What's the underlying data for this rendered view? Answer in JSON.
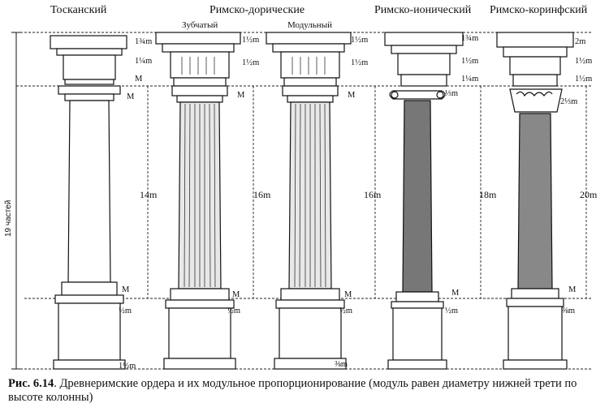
{
  "headers": {
    "tuscan": "Тосканский",
    "doric": "Римско-дорические",
    "ionic": "Римско-ионический",
    "corinthian": "Римско-коринфский",
    "dentil": "Зубчатый",
    "modillion": "Модульный"
  },
  "side_label": "19 частей",
  "labels": {
    "m_1_3_4": "1¾m",
    "m_1_1_4": "1¼m",
    "m_1_1_2": "1½m",
    "m_1_2": "½m",
    "m_1_3": "⅓m",
    "m_3_8": "⅜m",
    "m_2": "2m",
    "m_2_1_3": "2⅓m",
    "M": "M",
    "h14": "14m",
    "h16": "16m",
    "h18": "18m",
    "h20": "20m"
  },
  "caption": {
    "prefix": "Рис. 6.14",
    "text": ". Древнеримские ордера и их модульное пропорционирование (модуль равен диаметру нижней трети по высоте колонны)"
  }
}
